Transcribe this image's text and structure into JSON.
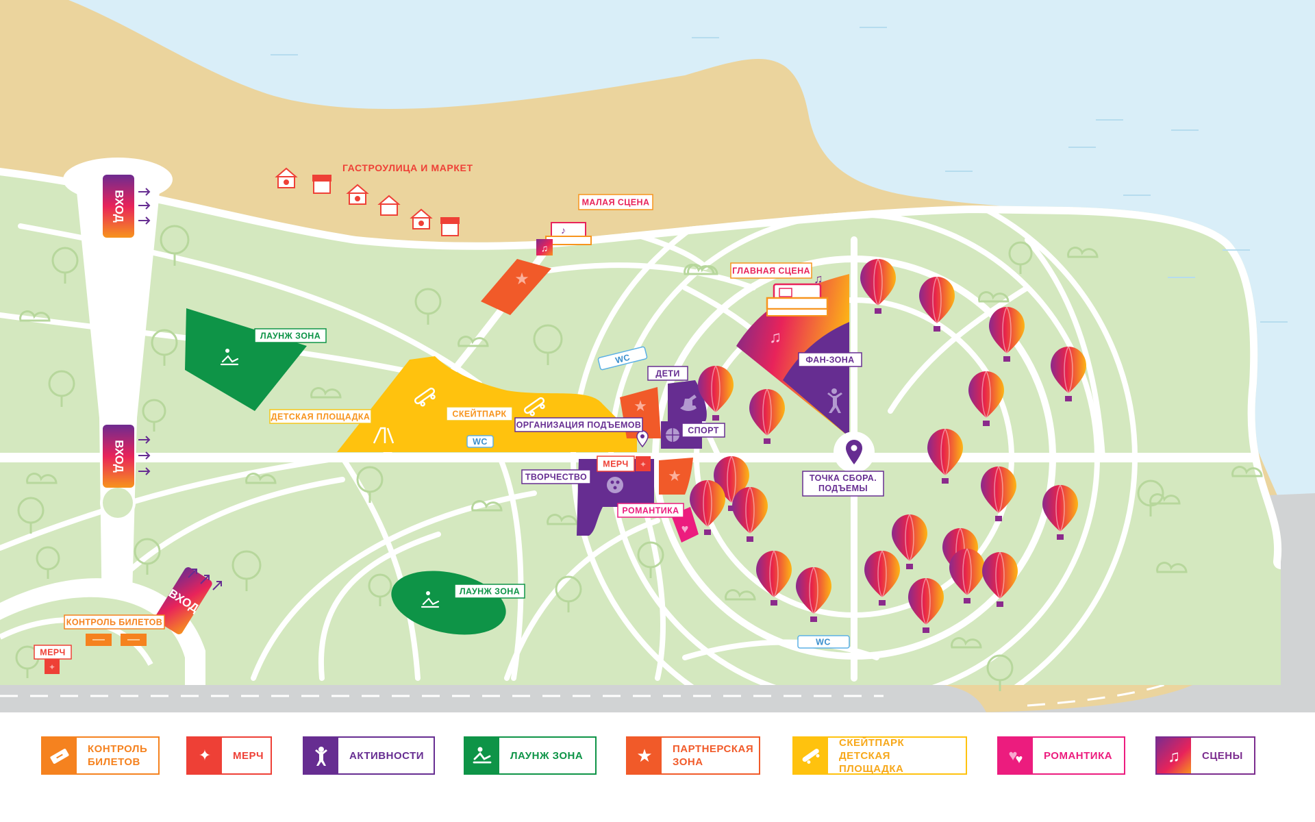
{
  "map": {
    "gastro_label": "ГАСТРОУЛИЦА И МАРКЕТ",
    "entrances": [
      "ВХОД",
      "ВХОД",
      "ВХОД"
    ],
    "labels": {
      "small_stage": "МАЛАЯ СЦЕНА",
      "main_stage": "ГЛАВНАЯ СЦЕНА",
      "lounge_1": "ЛАУНЖ ЗОНА",
      "lounge_2": "ЛАУНЖ ЗОНА",
      "playground": "ДЕТСКАЯ ПЛОЩАДКА",
      "skatepark": "СКЕЙТПАРК",
      "wc_1": "WC",
      "wc_2": "WC",
      "wc_3": "WC",
      "kids": "ДЕТИ",
      "lift_org": "ОРГАНИЗАЦИЯ ПОДЪЕМОВ",
      "sport": "СПОРТ",
      "fan_zone": "ФАН-ЗОНА",
      "merch_center": "МЕРЧ",
      "creativity": "ТВОРЧЕСТВО",
      "romance": "РОМАНТИКА",
      "meeting_point": "ТОЧКА СБОРА.\nПОДЪЕМЫ",
      "ticket_control": "КОНТРОЛЬ БИЛЕТОВ",
      "merch_left": "МЕРЧ"
    }
  },
  "legend": [
    {
      "label": "КОНТРОЛЬ\nБИЛЕТОВ",
      "color": "#F5821F",
      "icon": "ticket-icon"
    },
    {
      "label": "МЕРЧ",
      "color": "#EE4036",
      "icon": "sparkle-icon"
    },
    {
      "label": "АКТИВНОСТИ",
      "color": "#662D91",
      "icon": "person-jump-icon"
    },
    {
      "label": "ЛАУНЖ ЗОНА",
      "color": "#0E9447",
      "icon": "lounge-chair-icon"
    },
    {
      "label": "ПАРТНЕРСКАЯ\nЗОНА",
      "color": "#F15A29",
      "icon": "star-icon"
    },
    {
      "label": "СКЕЙТПАРК\nДЕТСКАЯ ПЛОЩАДКА",
      "color": "#FFC20E",
      "icon": "skateboard-icon"
    },
    {
      "label": "РОМАНТИКА",
      "color": "#EC1C7E",
      "icon": "hearts-icon"
    },
    {
      "label": "СЦЕНЫ",
      "color": "#7B2C8E",
      "icon": "music-note-icon"
    }
  ]
}
